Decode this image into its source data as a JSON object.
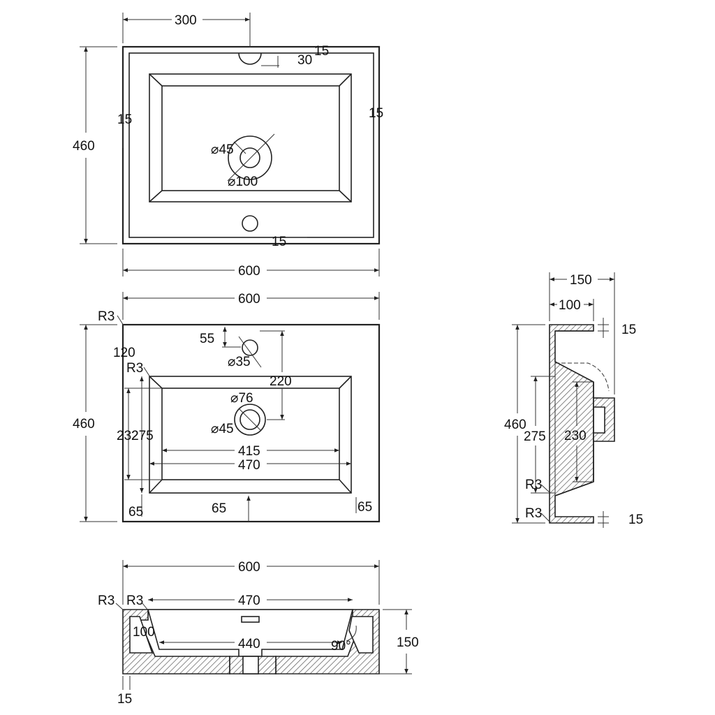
{
  "top_view": {
    "dim_tap_offset": "300",
    "dim_30": "30",
    "dim_15_top": "15",
    "dim_depth": "460",
    "dim_15_left": "15",
    "dim_15_right": "15",
    "dim_waste_inner": "⌀45",
    "dim_waste_outer": "⌀100",
    "dim_15_bottom": "15",
    "dim_width": "600"
  },
  "front_view": {
    "dim_width": "600",
    "radius_outer": "R3",
    "dim_120": "120",
    "radius_inner": "R3",
    "dim_55": "55",
    "dim_tap_hole": "⌀35",
    "dim_220": "220",
    "dim_waste_76": "⌀76",
    "dim_waste_45": "⌀45",
    "dim_depth": "460",
    "dim_232": "232",
    "dim_275": "275",
    "dim_415": "415",
    "dim_470": "470",
    "dim_65_left": "65",
    "dim_65_mid": "65",
    "dim_65_right": "65"
  },
  "side_view": {
    "dim_150": "150",
    "dim_100": "100",
    "dim_15_top": "15",
    "dim_460": "460",
    "dim_275": "275",
    "dim_230": "230",
    "radius_upper": "R3",
    "radius_lower": "R3",
    "dim_15_bottom": "15"
  },
  "section_view": {
    "dim_600": "600",
    "radius_outer": "R3",
    "radius_inner": "R3",
    "dim_470": "470",
    "dim_100": "100",
    "dim_440": "440",
    "angle": "90°",
    "dim_150": "150",
    "dim_15": "15"
  }
}
